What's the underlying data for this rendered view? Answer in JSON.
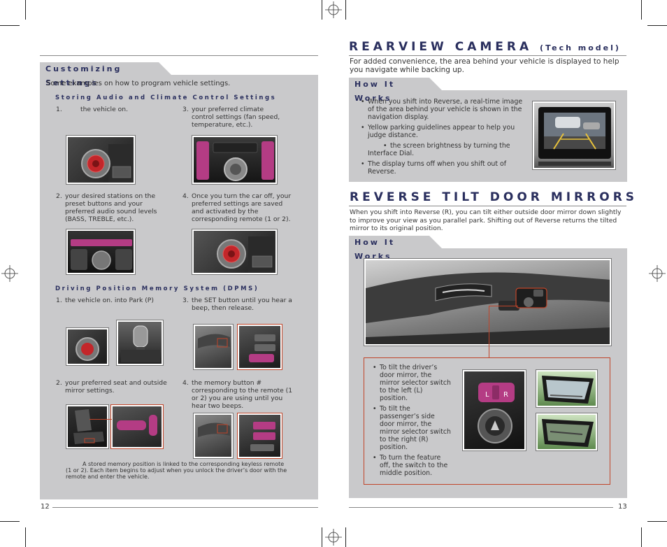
{
  "left_page": {
    "section_tab": "Customizing Settings",
    "intro": "Some examples on how to program vehicle settings.",
    "audio_climate": {
      "heading": "Storing Audio and Climate Control Settings",
      "steps": [
        {
          "num": "1.",
          "text": "the vehicle on."
        },
        {
          "num": "3.",
          "text": "your preferred climate control settings (fan speed, temperature, etc.)."
        },
        {
          "num": "2.",
          "text": "your desired stations on the preset buttons and your preferred audio sound levels (BASS, TREBLE, etc.)."
        },
        {
          "num": "4.",
          "text": "Once you turn the car off, your preferred settings are saved and activated by the corresponding remote (1 or 2)."
        }
      ]
    },
    "dpms": {
      "heading": "Driving Position Memory System (DPMS)",
      "steps": [
        {
          "num": "1.",
          "text": "the vehicle on.          into Park (P)"
        },
        {
          "num": "3.",
          "text": "the SET button until you hear a beep, then release."
        },
        {
          "num": "2.",
          "text": "your preferred seat and outside mirror settings."
        },
        {
          "num": "4.",
          "text": "the memory button #  corresponding to the remote (1 or 2) you are using until you hear two beeps."
        }
      ]
    },
    "note": "A stored memory position is linked to the corresponding keyless remote (1 or 2). Each item begins to adjust when you unlock the driver’s door with the remote and enter the vehicle.",
    "page_number": "12"
  },
  "right_page": {
    "camera": {
      "title": "REARVIEW CAMERA",
      "title_suffix": "(Tech model)",
      "lead": "For added convenience, the area behind your vehicle is displayed to help you navigate while backing up.",
      "tab": "How It Works",
      "bullets": [
        "When you shift into Reverse, a real-time image of the area behind your vehicle is shown in the navigation display.",
        "Yellow parking guidelines appear to help you judge distance.",
        "the screen brightness by turning the Interface Dial.",
        "The display turns off when you shift out of Reverse."
      ]
    },
    "mirrors": {
      "title": "REVERSE TILT DOOR MIRRORS",
      "lead": "When you shift into Reverse (R), you can tilt either outside door mirror down slightly to improve your view as you parallel park. Shifting out of Reverse returns the tilted mirror to its original position.",
      "tab": "How It Works",
      "bullets": [
        "To tilt the driver’s door mirror,              the mirror selector switch to the left (L) position.",
        "To tilt the passenger’s side door mirror,              the mirror selector switch to the right (R) position.",
        "To turn the feature off,              the switch to the middle position."
      ],
      "switch_labels": {
        "left": "L",
        "right": "R"
      }
    },
    "page_number": "13"
  },
  "colors": {
    "heading": "#2a2f5e",
    "panel": "#c9c9cb",
    "callout": "#c0452a"
  }
}
